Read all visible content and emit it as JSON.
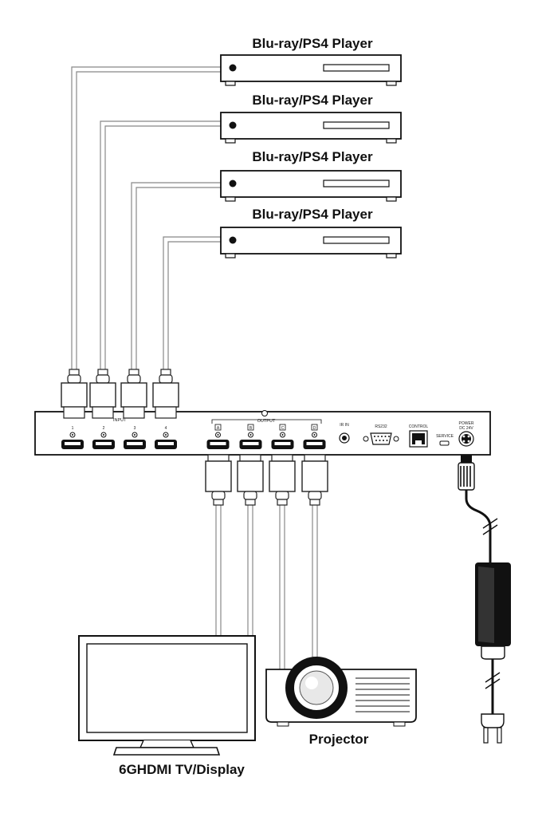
{
  "players": [
    {
      "label": "Blu-ray/PS4 Player"
    },
    {
      "label": "Blu-ray/PS4 Player"
    },
    {
      "label": "Blu-ray/PS4 Player"
    },
    {
      "label": "Blu-ray/PS4 Player"
    }
  ],
  "matrix": {
    "input_label": "INPUT",
    "input_ports": [
      "1",
      "2",
      "3",
      "4"
    ],
    "output_label": "OUTPUT",
    "output_ports": [
      "A",
      "B",
      "C",
      "D"
    ],
    "ir_label": "IR IN",
    "rs232_label": "RS232",
    "control_label": "CONTROL",
    "service_label": "SERVICE",
    "power_label_1": "POWER",
    "power_label_2": "DC 24V"
  },
  "display_label": "6GHDMI TV/Display",
  "projector_label": "Projector"
}
